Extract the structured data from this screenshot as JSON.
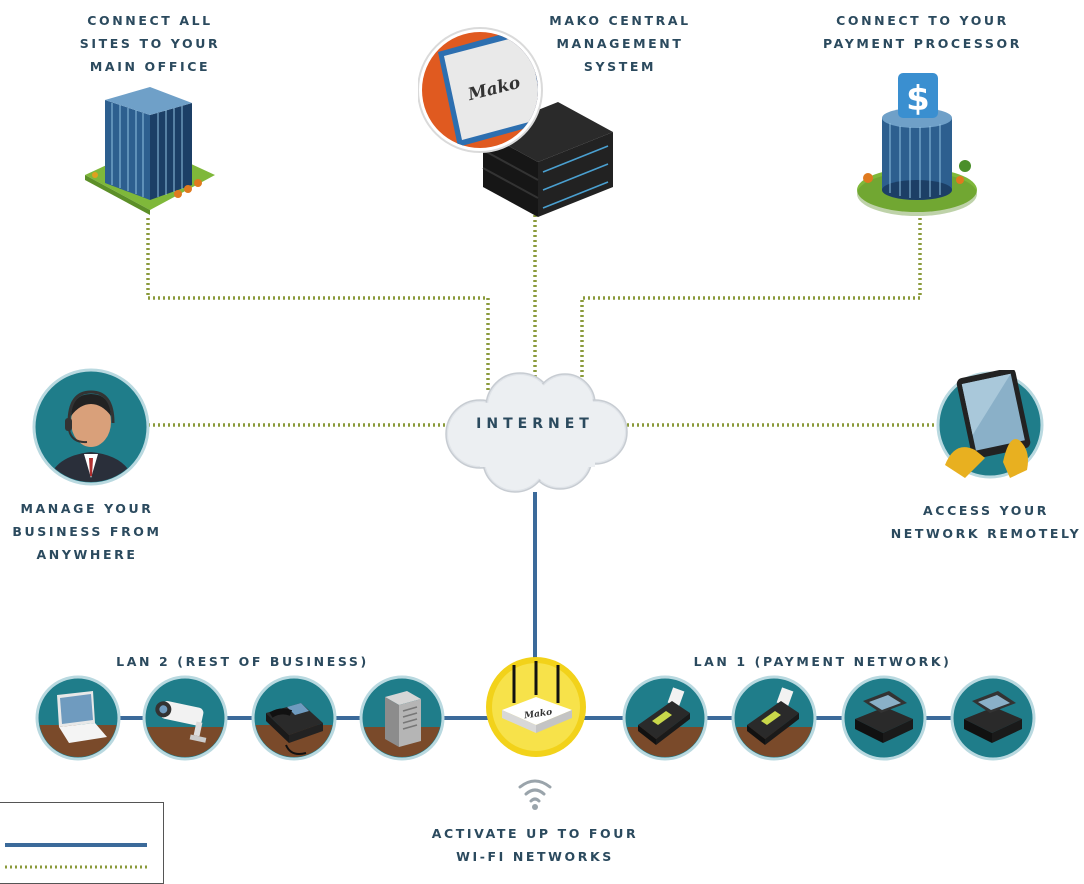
{
  "top": {
    "main_office": "CONNECT ALL\nSITES TO YOUR\nMAIN OFFICE",
    "central_mgmt": "MAKO CENTRAL\nMANAGEMENT\nSYSTEM",
    "payment_processor": "CONNECT TO YOUR\nPAYMENT PROCESSOR"
  },
  "middle": {
    "internet": "INTERNET",
    "manage": "MANAGE YOUR\nBUSINESS FROM\nANYWHERE",
    "access": "ACCESS YOUR\nNETWORK REMOTELY"
  },
  "bottom": {
    "lan2": "LAN 2 (REST OF BUSINESS)",
    "lan1": "LAN 1 (PAYMENT NETWORK)",
    "wifi": "ACTIVATE UP TO FOUR\nWI-FI NETWORKS"
  },
  "logo_text": "Mako",
  "colors": {
    "navy_text": "#2b4a5e",
    "solid_link": "#3b6a9a",
    "dotted_link": "#8a9a3a",
    "node_teal": "#1f7d8a",
    "router_ring": "#f2d21a"
  }
}
